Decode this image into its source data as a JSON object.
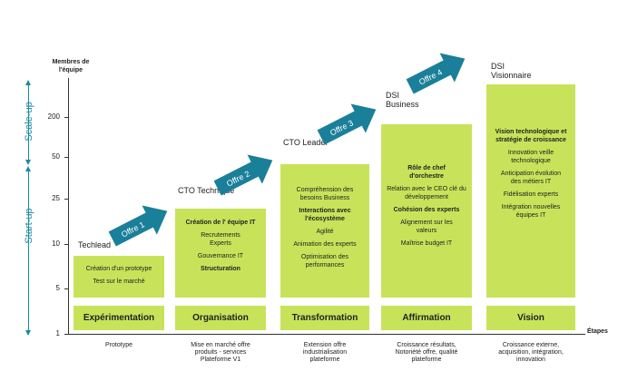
{
  "axis": {
    "y_title": "Membres de l'équipe",
    "x_title": "Étapes",
    "ticks": [
      "200",
      "50",
      "25",
      "10",
      "5",
      "1"
    ]
  },
  "side_labels": {
    "scale_up": "Scale-up",
    "start_up": "Start-up"
  },
  "colors": {
    "bar": "#c8e35a",
    "arrow": "#1a7f99",
    "side": "#1a8aa0"
  },
  "stages": [
    {
      "role": "Techlead",
      "items": [
        "Création d'un prototype",
        "Test sur le marché"
      ],
      "bold": [],
      "phase": "Expérimentation",
      "bottom": "Prototype"
    },
    {
      "role": "CTO Technique",
      "items": [
        "Création de l' équipe IT",
        "Recrutements Experts",
        "Gouvernance IT",
        "Structuration"
      ],
      "bold": [
        0,
        3
      ],
      "phase": "Organisation",
      "bottom": "Mise en marché offre produits - services Plateforme V1"
    },
    {
      "role": "CTO Leader",
      "items": [
        "Compréhension des besoins Business",
        "Interactions avec l'écosystème",
        "Agilité",
        "Animation des experts",
        "Optimisation des performances"
      ],
      "bold": [
        1
      ],
      "phase": "Transformation",
      "bottom": "Extension offre industrialisation plateforme"
    },
    {
      "role": "DSI Business",
      "items": [
        "Rôle de chef d'orchestre",
        "Relation avec le CEO clé du développement",
        "Cohésion des experts",
        "Alignement sur les valeurs",
        "Maîtrise budget IT"
      ],
      "bold": [
        0,
        2
      ],
      "phase": "Affirmation",
      "bottom": "Croissance résultats, Notoriété offre, qualité plateforme"
    },
    {
      "role": "DSI Visionnaire",
      "items": [
        "Vision technologique et stratégie de croissance",
        "Innovation veille technologique",
        "Anticipation évolution des métiers IT",
        "Fidélisation experts",
        "Intégration nouvelles équipes IT"
      ],
      "bold": [
        0
      ],
      "phase": "Vision",
      "bottom": "Croissance externe, acquisition, intégration, innovation"
    }
  ],
  "offers": [
    "Offre 1",
    "Offre 2",
    "Offre 3",
    "Offre 4"
  ]
}
